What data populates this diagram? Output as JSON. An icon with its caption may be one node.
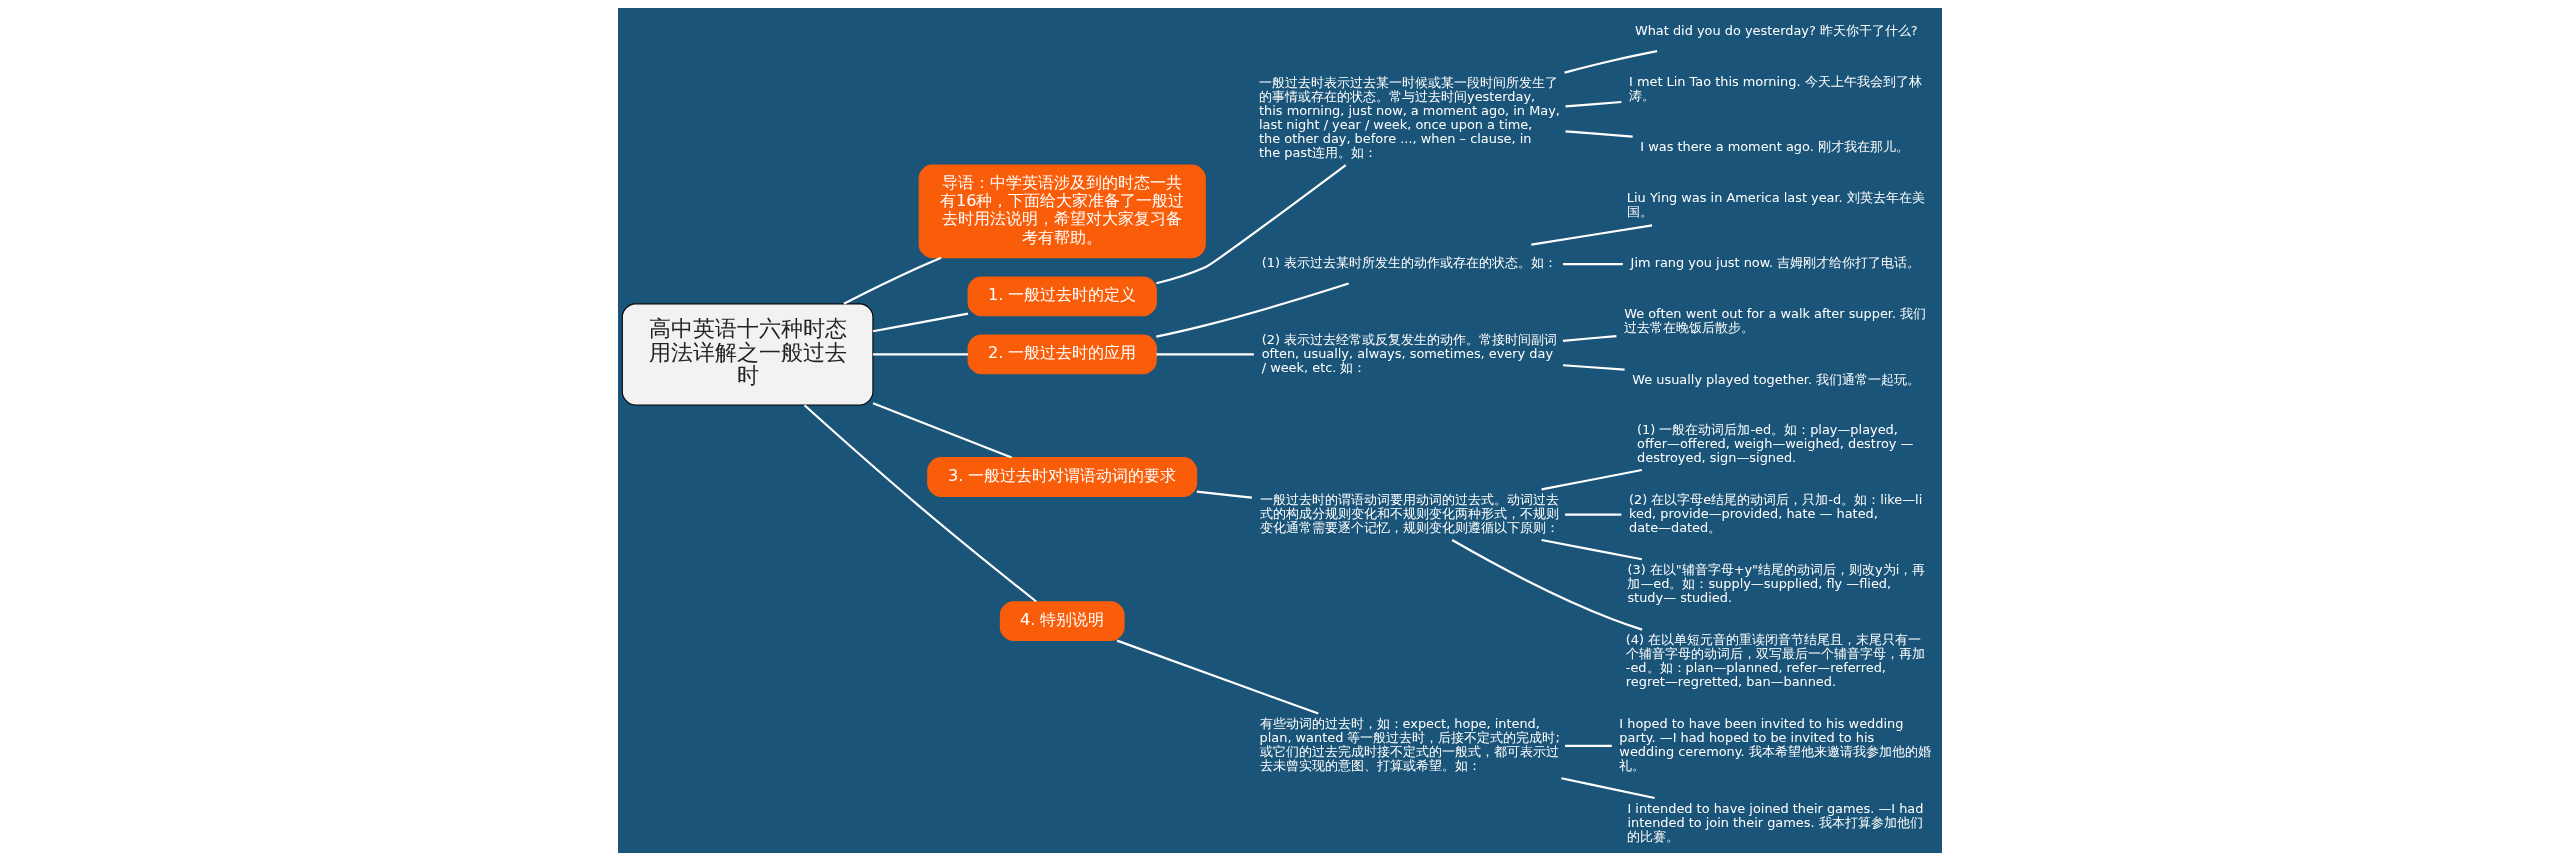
{
  "diagram": {
    "nodes": [
      {
        "text": [
          "高中英语十六种时态用法详解之一般过去时"
        ]
      },
      {
        "text": [
          "导语：中学英语涉及到的时态一共有16种，下面给大家准备了一般过去时用法说明，希望对大家复习备考有帮助。"
        ]
      },
      {
        "text": [
          "1. 一般过去时的定义"
        ]
      },
      {
        "text": [
          "一般过去时表示过去某一时候或某一段时间所发生了的事情或存在的状态。常与过去时间yesterday, this morning, just now, a moment ago, in May, last night / year / week, once upon a time, the other day, before ..., when – clause, in the past连用。如："
        ]
      },
      {
        "text": [
          "What did you do yesterday? 昨天你干了什么?"
        ]
      },
      {
        "text": [
          "I met Lin Tao this morning. 今天上午我会到了林涛。"
        ]
      },
      {
        "text": [
          "I was there a moment ago. 刚才我在那儿。"
        ]
      },
      {
        "text": [
          "2. 一般过去时的应用"
        ]
      },
      {
        "text": [
          "(1) 表示过去某时所发生的动作或存在的状态。如："
        ]
      },
      {
        "text": [
          "Liu Ying was in America last year. 刘英去年在美国。"
        ]
      },
      {
        "text": [
          "Jim rang you just now. 吉姆刚才给你打了电话。"
        ]
      },
      {
        "text": [
          "(2) 表示过去经常或反复发生的动作。常接时间副词often, usually, always, sometimes, every day / week, etc. 如："
        ]
      },
      {
        "text": [
          "We often went out for a walk after supper. 我们过去常在晚饭后散步。"
        ]
      },
      {
        "text": [
          "We usually played together. 我们通常一起玩。"
        ]
      },
      {
        "text": [
          "3. 一般过去时对谓语动词的要求"
        ]
      },
      {
        "text": [
          "一般过去时的谓语动词要用动词的过去式。动词过去式的构成分规则变化和不规则变化两种形式，不规则变化通常需要逐个记忆，规则变化则遵循以下原则："
        ]
      },
      {
        "text": [
          "(1) 一般在动词后加-ed。如：play—played, offer—offered, weigh—weighed, destroy — destroyed, sign—signed."
        ]
      },
      {
        "text": [
          "(2) 在以字母e结尾的动词后，只加-d。如：like—liked, provide—provided, hate — hated, date—dated。"
        ]
      },
      {
        "text": [
          "(3) 在以\"辅音字母+y\"结尾的动词后，则改y为i，再加—ed。如：supply—supplied, fly —flied, study— studied."
        ]
      },
      {
        "text": [
          "(4) 在以单短元音的重读闭音节结尾且，末尾只有一个辅音字母的动词后，双写最后一个辅音字母，再加-ed。如：plan—planned, refer—referred, regret—regretted, ban—banned."
        ]
      },
      {
        "text": [
          "4. 特别说明"
        ]
      },
      {
        "text": [
          "有些动词的过去时，如：expect, hope, intend, plan, wanted 等一般过去时，后接不定式的完成时;或它们的过去完成时接不定式的一般式，都可表示过去未曾实现的意图、打算或希望。如："
        ]
      },
      {
        "text": [
          "I hoped to have been invited to his wedding party. —I had hoped to be invited to his wedding ceremony. 我本希望他来邀请我参加他的婚礼。"
        ]
      },
      {
        "text": [
          "I intended to have joined their games. —I had intended to join their games. 我本打算参加他们的比赛。"
        ]
      }
    ],
    "edges": [
      {
        "from": 0,
        "to": 1,
        "arrow": "none"
      },
      {
        "from": 0,
        "to": 2,
        "arrow": "none"
      },
      {
        "from": 2,
        "to": 3,
        "arrow": "none"
      },
      {
        "from": 3,
        "to": 4,
        "arrow": "none"
      },
      {
        "from": 3,
        "to": 5,
        "arrow": "none"
      },
      {
        "from": 3,
        "to": 6,
        "arrow": "none"
      },
      {
        "from": 0,
        "to": 7,
        "arrow": "none"
      },
      {
        "from": 7,
        "to": 8,
        "arrow": "none"
      },
      {
        "from": 8,
        "to": 9,
        "arrow": "none"
      },
      {
        "from": 8,
        "to": 10,
        "arrow": "none"
      },
      {
        "from": 7,
        "to": 11,
        "arrow": "none"
      },
      {
        "from": 11,
        "to": 12,
        "arrow": "none"
      },
      {
        "from": 11,
        "to": 13,
        "arrow": "none"
      },
      {
        "from": 0,
        "to": 14,
        "arrow": "none"
      },
      {
        "from": 14,
        "to": 15,
        "arrow": "none"
      },
      {
        "from": 15,
        "to": 16,
        "arrow": "none"
      },
      {
        "from": 15,
        "to": 17,
        "arrow": "none"
      },
      {
        "from": 15,
        "to": 18,
        "arrow": "none"
      },
      {
        "from": 15,
        "to": 19,
        "arrow": "none"
      },
      {
        "from": 0,
        "to": 20,
        "arrow": "none"
      },
      {
        "from": 20,
        "to": 21,
        "arrow": "none"
      },
      {
        "from": 21,
        "to": 22,
        "arrow": "none"
      },
      {
        "from": 21,
        "to": 23,
        "arrow": "none"
      }
    ]
  }
}
